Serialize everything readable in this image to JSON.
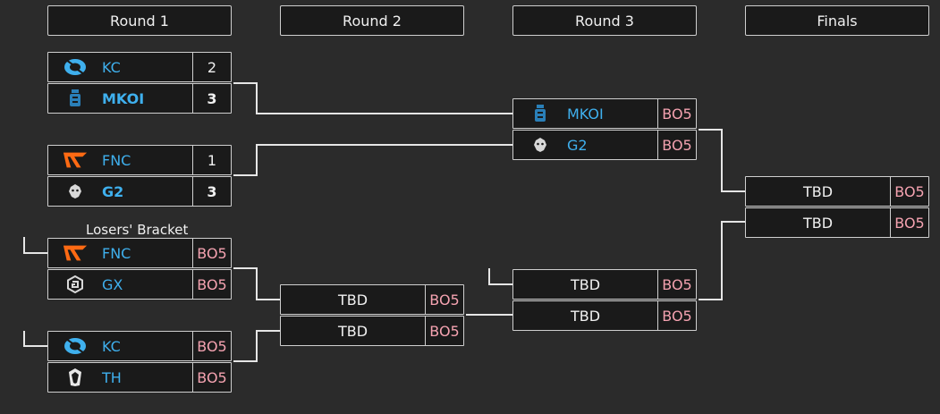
{
  "rounds": [
    "Round 1",
    "Round 2",
    "Round 3",
    "Finals"
  ],
  "losers_label": "Losers' Bracket",
  "colors": {
    "team_text": "#3fb0ee",
    "bo_text": "#f4a2b0",
    "line": "#e6e6e6",
    "background": "#2b2b2b"
  },
  "r1": {
    "m1": {
      "t1": {
        "name": "KC",
        "score": "2",
        "icon": "kc-logo-icon"
      },
      "t2": {
        "name": "MKOI",
        "score": "3",
        "icon": "mkoi-logo-icon"
      }
    },
    "m2": {
      "t1": {
        "name": "FNC",
        "score": "1",
        "icon": "fnc-logo-icon"
      },
      "t2": {
        "name": "G2",
        "score": "3",
        "icon": "g2-logo-icon"
      }
    },
    "m3": {
      "t1": {
        "name": "FNC",
        "score": "BO5",
        "icon": "fnc-logo-icon"
      },
      "t2": {
        "name": "GX",
        "score": "BO5",
        "icon": "gx-logo-icon"
      }
    },
    "m4": {
      "t1": {
        "name": "KC",
        "score": "BO5",
        "icon": "kc-logo-icon"
      },
      "t2": {
        "name": "TH",
        "score": "BO5",
        "icon": "th-logo-icon"
      }
    }
  },
  "r2": {
    "m1": {
      "t1": {
        "name": "TBD",
        "score": "BO5"
      },
      "t2": {
        "name": "TBD",
        "score": "BO5"
      }
    }
  },
  "r3": {
    "m1": {
      "t1": {
        "name": "MKOI",
        "score": "BO5",
        "icon": "mkoi-logo-icon"
      },
      "t2": {
        "name": "G2",
        "score": "BO5",
        "icon": "g2-logo-icon"
      }
    },
    "m2": {
      "t1": {
        "name": "TBD",
        "score": "BO5"
      },
      "t2": {
        "name": "TBD",
        "score": "BO5"
      }
    }
  },
  "finals": {
    "m1": {
      "t1": {
        "name": "TBD",
        "score": "BO5"
      },
      "t2": {
        "name": "TBD",
        "score": "BO5"
      }
    }
  }
}
